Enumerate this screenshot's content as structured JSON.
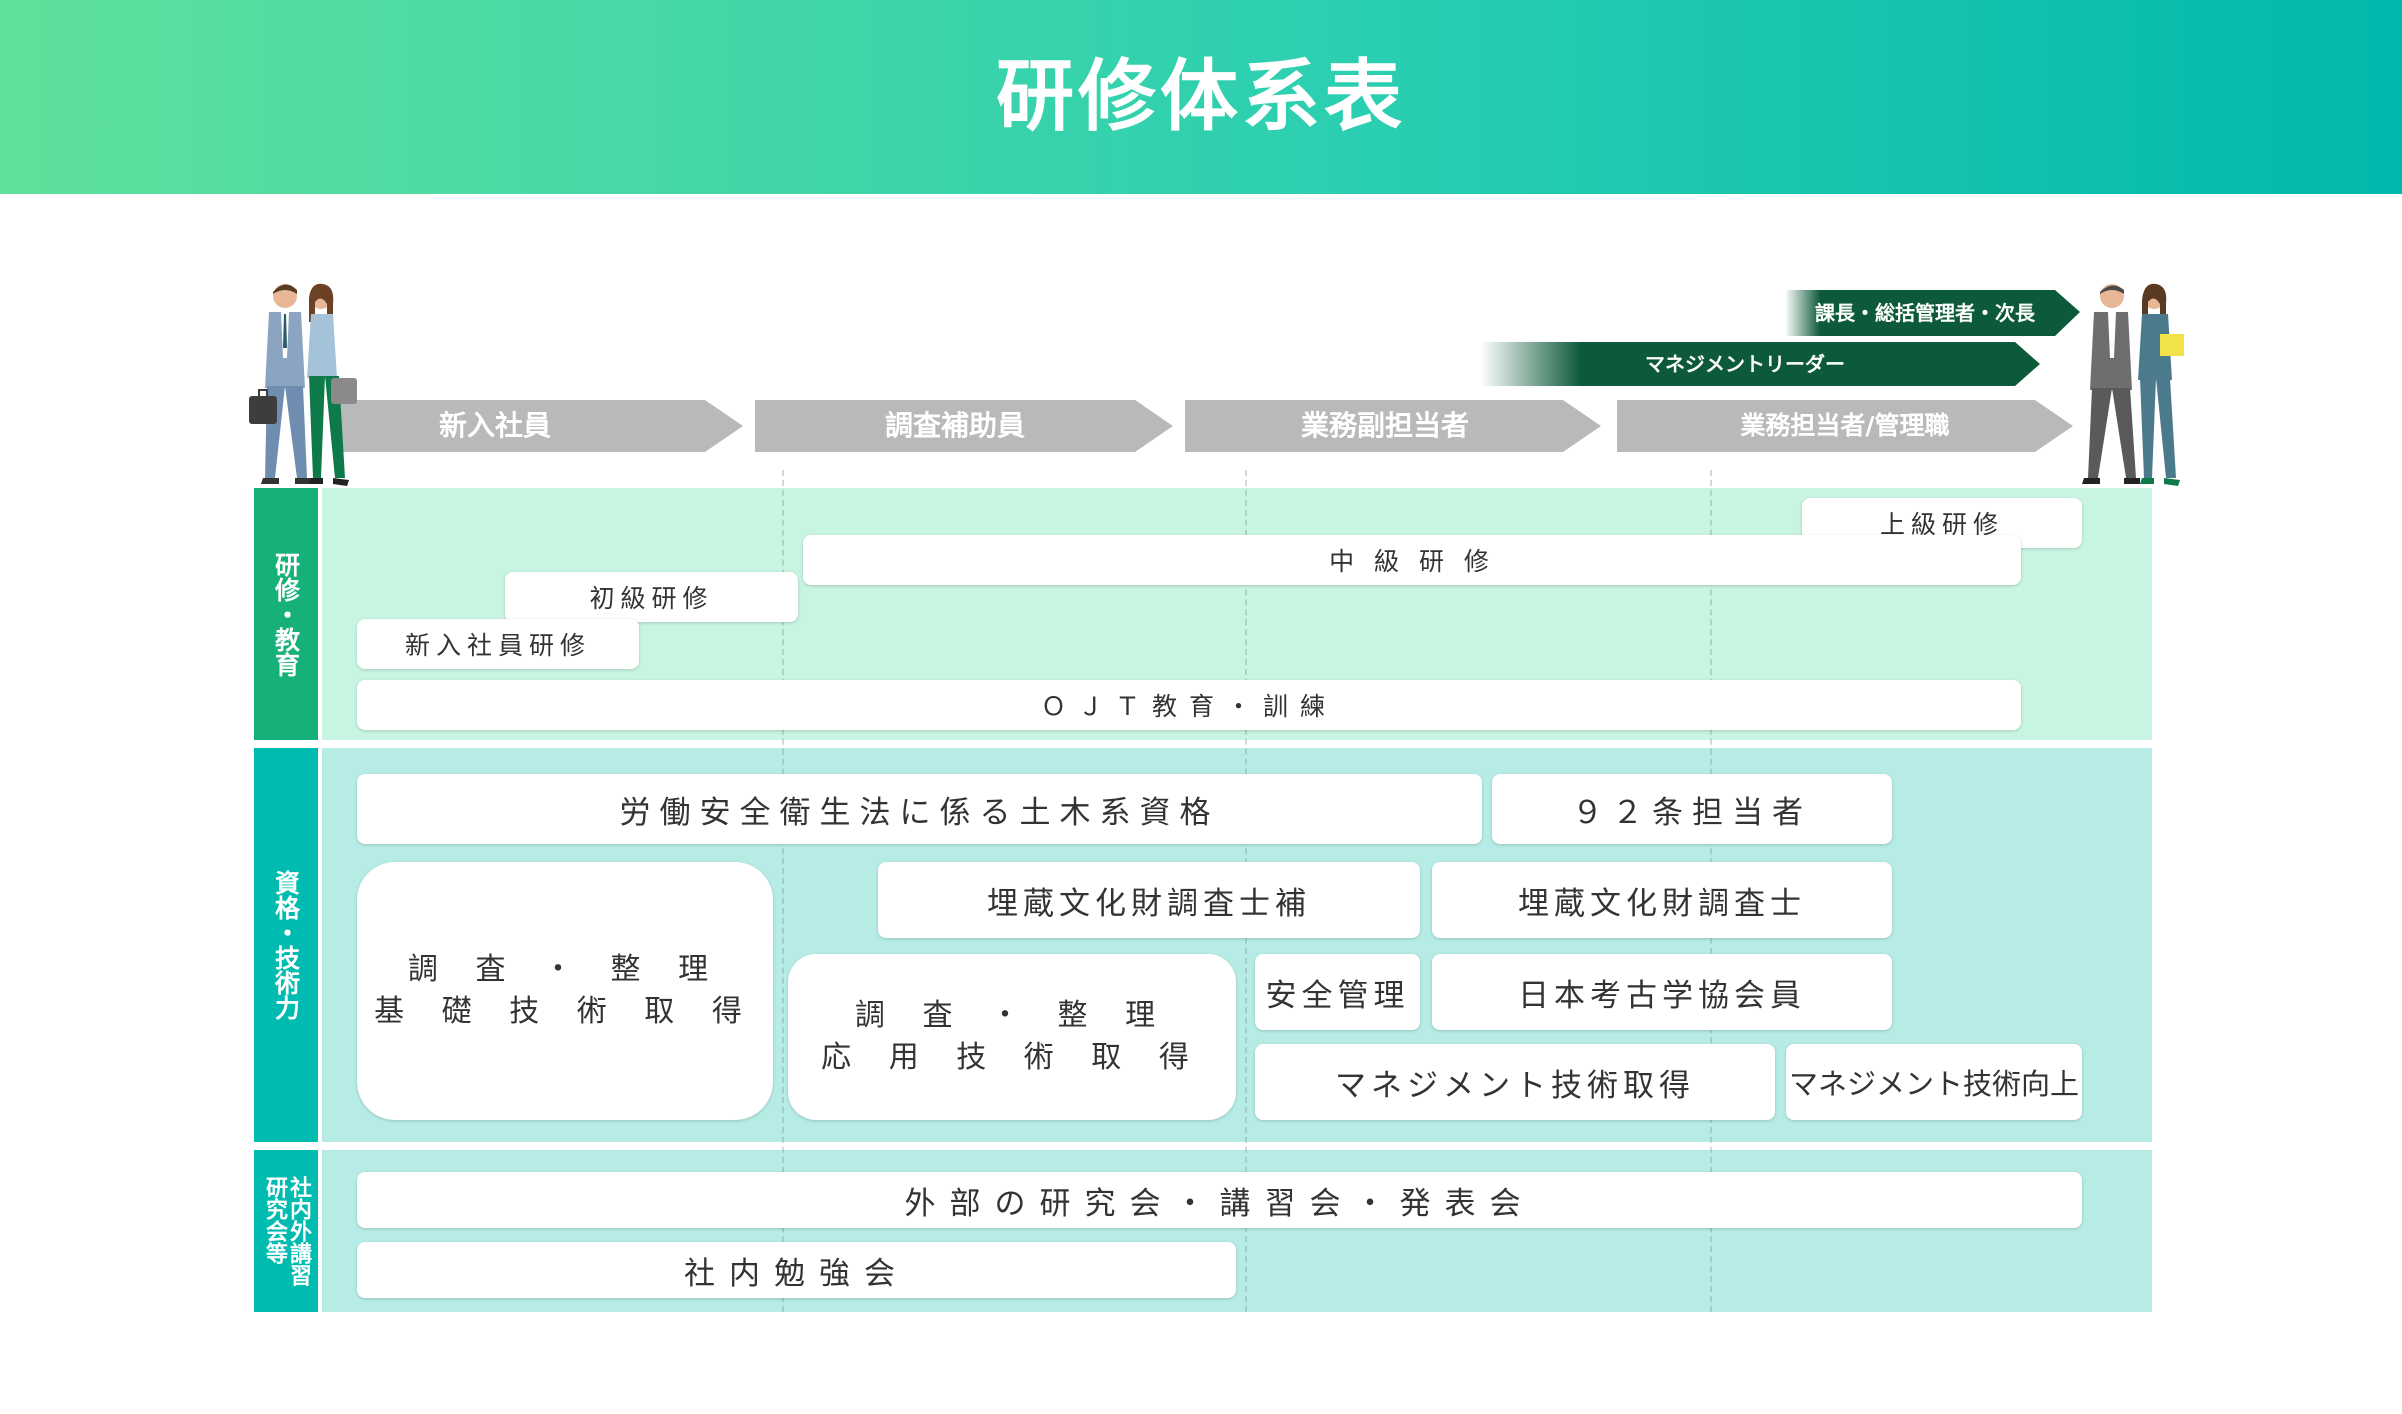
{
  "header": {
    "title": "研修体系表"
  },
  "stages": [
    "新入社員",
    "調査補助員",
    "業務副担当者",
    "業務担当者/管理職"
  ],
  "roles": {
    "top": "課長・総括管理者・次長",
    "mid": "マネジメントリーダー"
  },
  "sections": {
    "training": {
      "label": "研修・教育",
      "items": {
        "upper": "上級研修",
        "middle": "中 級 研 修",
        "beginner": "初級研修",
        "newcomer": "新入社員研修",
        "ojt": "ＯＪＴ教育・訓練"
      }
    },
    "qualification": {
      "label": "資格・技術力",
      "items": {
        "labor_law": "労働安全衛生法に係る土木系資格",
        "art92": "９２条担当者",
        "cultural_asst": "埋蔵文化財調査士補",
        "cultural": "埋蔵文化財調査士",
        "basic_skill": "調 査 ・ 整 理\n基 礎 技 術 取 得",
        "applied_skill": "調 査 ・ 整 理\n応 用 技 術 取 得",
        "safety": "安全管理",
        "archaeology": "日本考古学協会員",
        "mgmt_acquire": "マネジメント技術取得",
        "mgmt_improve": "マネジメント技術向上"
      }
    },
    "external": {
      "label_col1": "社内外講習",
      "label_col2": "研究会等",
      "items": {
        "outside": "外部の研究会・講習会・発表会",
        "inside": "社内勉強会"
      }
    }
  },
  "colors": {
    "header_start": "#5fe09c",
    "header_end": "#00b8ac",
    "training_label": "#16b079",
    "training_bg": "#c8f5e1",
    "qualification_label": "#00bcb0",
    "qualification_bg": "#b7ece6",
    "stage_arrow": "#b9b9b9",
    "role_arrow": "#0d5a3a"
  }
}
